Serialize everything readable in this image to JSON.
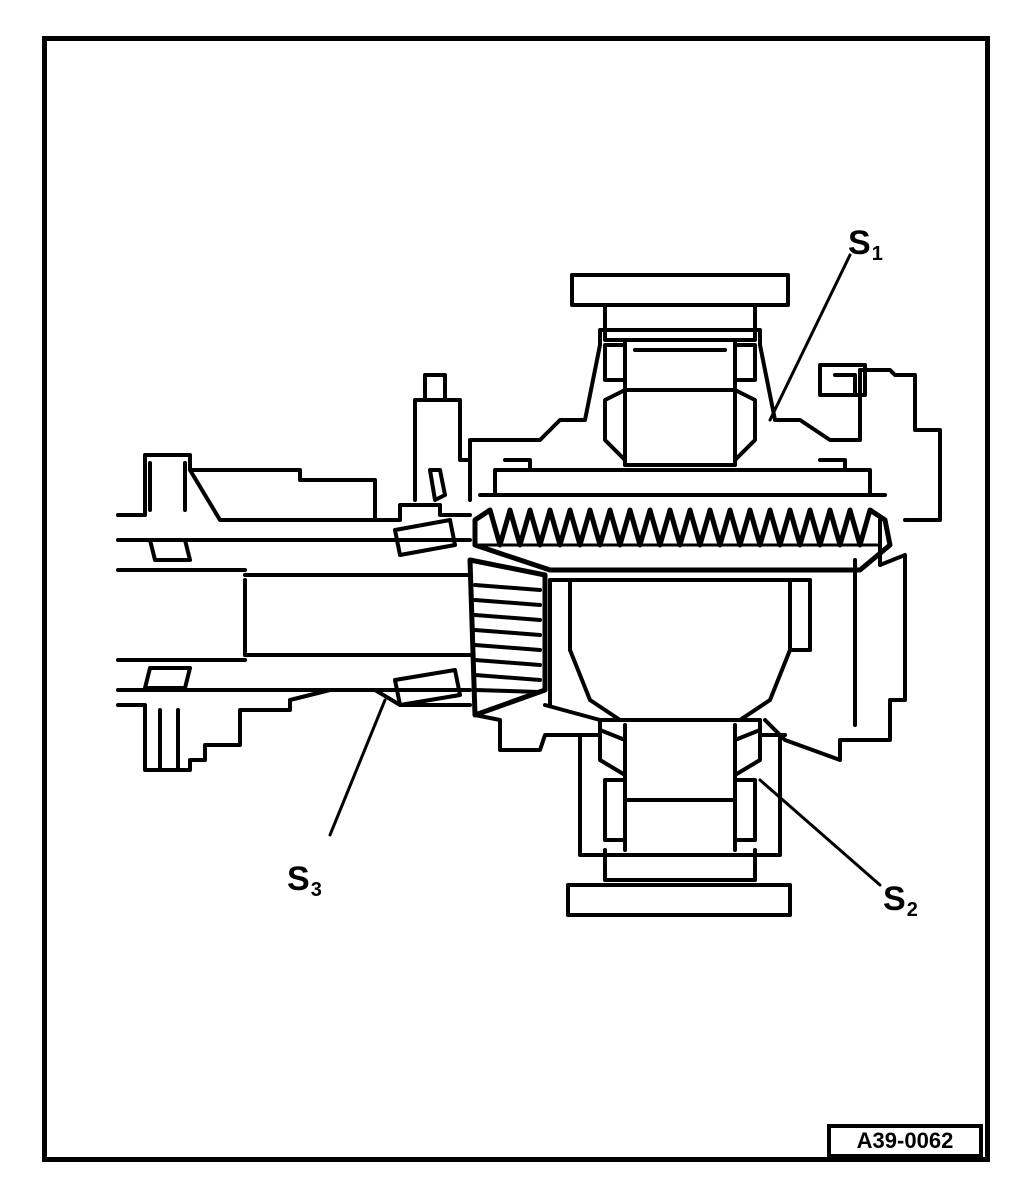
{
  "callouts": {
    "s1": {
      "letter": "S",
      "sub": "1"
    },
    "s2": {
      "letter": "S",
      "sub": "2"
    },
    "s3": {
      "letter": "S",
      "sub": "3"
    }
  },
  "figure_ref": "A39-0062",
  "colors": {
    "ink": "#000000",
    "paper": "#ffffff"
  }
}
